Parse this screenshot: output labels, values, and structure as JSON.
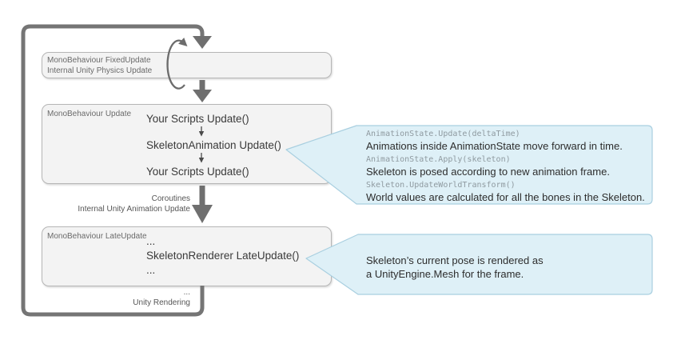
{
  "diagram": {
    "fixed_update_box": {
      "line1": "MonoBehaviour FixedUpdate",
      "line2": "Internal Unity Physics Update"
    },
    "update_box": {
      "label": "MonoBehaviour Update",
      "step1": "Your Scripts Update()",
      "step2": "SkeletonAnimation Update()",
      "step3": "Your Scripts Update()"
    },
    "late_update_box": {
      "label": "MonoBehaviour LateUpdate",
      "step1": "...",
      "step2": "SkeletonRenderer LateUpdate()",
      "step3": "..."
    },
    "between_update_and_lateupdate": {
      "line1": "Coroutines",
      "line2": "Internal Unity Animation Update"
    },
    "after_lateupdate": {
      "line1": "...",
      "line2": "Unity Rendering"
    },
    "callout_update": {
      "code1": "AnimationState.Update(deltaTime)",
      "text1": "Animations inside AnimationState move forward in time.",
      "code2": "AnimationState.Apply(skeleton)",
      "text2": "Skeleton is posed according to new animation frame.",
      "code3": "Skeleton.UpdateWorldTransform()",
      "text3": "World values are calculated for all the bones in the Skeleton."
    },
    "callout_lateupdate": {
      "line1": "Skeleton’s current pose is rendered as",
      "line2": "a UnityEngine.Mesh for the frame."
    },
    "colors": {
      "box_fill": "#f3f3f3",
      "box_border": "#b6b6b6",
      "flow_gray": "#6f6f6f",
      "loop_gray": "#757575",
      "callout_fill": "#def0f7",
      "callout_border": "#a9cfe0",
      "code_text": "#8f9aa0",
      "body_text": "#2d2d2d",
      "label_text": "#6a6a6a"
    }
  }
}
